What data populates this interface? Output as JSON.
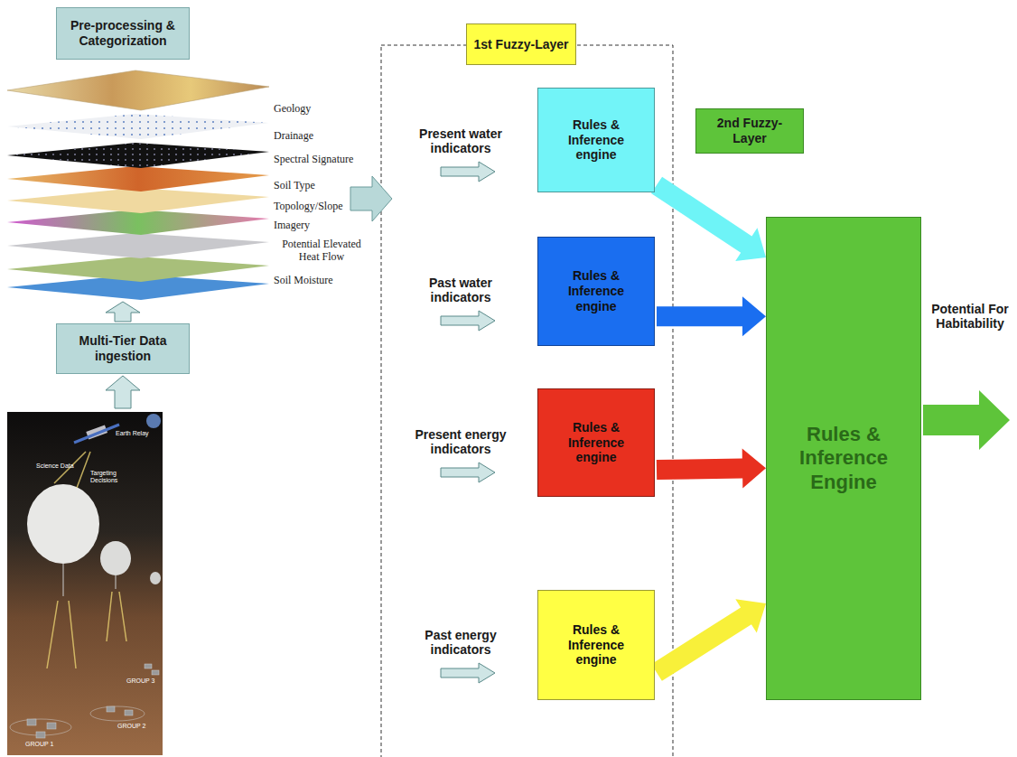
{
  "diagram": {
    "nodes": [
      {
        "text": [
          "Pre-processing & Categorization"
        ]
      },
      {
        "text": [
          "Multi-Tier Data ingestion"
        ]
      },
      {
        "text": [
          "1st Fuzzy-Layer"
        ]
      },
      {
        "text": [
          "Rules & Inference engine"
        ]
      },
      {
        "text": [
          "Rules & Inference engine"
        ]
      },
      {
        "text": [
          "Rules & Inference engine"
        ]
      },
      {
        "text": [
          "Rules & Inference engine"
        ]
      },
      {
        "text": [
          "2nd Fuzzy-Layer"
        ]
      },
      {
        "text": [
          "Rules & Inference Engine"
        ]
      }
    ],
    "edges": [
      {
        "from": 3,
        "to": 8,
        "arrow": "to"
      },
      {
        "from": 4,
        "to": 8,
        "arrow": "to"
      },
      {
        "from": 5,
        "to": 8,
        "arrow": "to"
      },
      {
        "from": 6,
        "to": 8,
        "arrow": "to"
      }
    ],
    "labels": [
      "Geology",
      "Drainage",
      "Spectral Signature",
      "Soil Type",
      "Topology/Slope",
      "Imagery",
      "Potential Elevated Heat Flow",
      "Soil Moisture",
      "Present water indicators",
      "Past water indicators",
      "Present energy indicators",
      "Past energy indicators",
      "Potential For Habitability",
      "Earth Relay",
      "Science Data",
      "Targeting Decisions",
      "GROUP 1",
      "GROUP 2",
      "GROUP 3"
    ]
  }
}
